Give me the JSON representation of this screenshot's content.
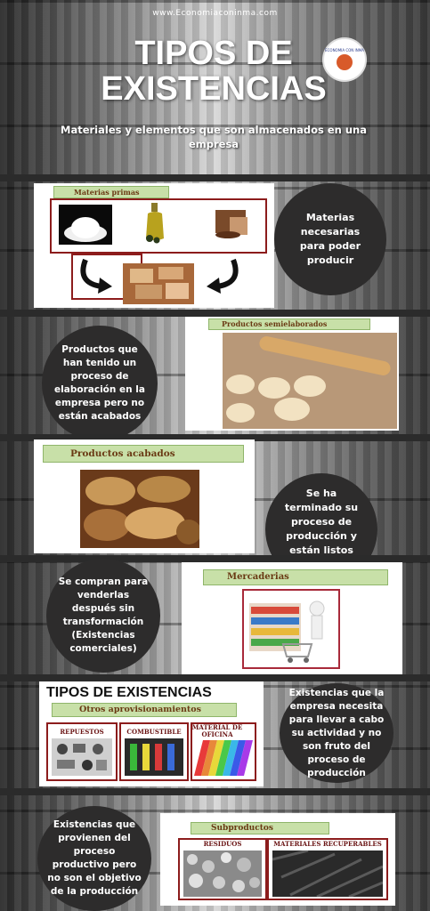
{
  "header": {
    "site": "www.Economiaconinma.com",
    "title": "TIPOS DE EXISTENCIAS",
    "subtitle": "Materiales y elementos que son almacenados en una empresa",
    "logo_text": "ECONOMIA CON INMA"
  },
  "sections": {
    "materias_primas": {
      "label": "Materias primas",
      "description": "Materias necesarias para poder producir"
    },
    "semielaborados": {
      "label": "Productos semielaborados",
      "description": "Productos que han tenido un proceso de elaboración en la empresa pero no están acabados"
    },
    "acabados": {
      "label": "Productos acabados",
      "description": "Se ha terminado su proceso de producción y están listos para la venta"
    },
    "mercaderias": {
      "label": "Mercaderias",
      "description": "Se compran para venderlas después sin transformación (Existencias comerciales)"
    },
    "otros": {
      "box_title": "TIPOS DE EXISTENCIAS",
      "label": "Otros aprovisionamientos",
      "items": [
        "REPUESTOS",
        "COMBUSTIBLE",
        "MATERIAL DE OFICINA"
      ],
      "description": "Existencias que la empresa necesita para llevar a cabo su actividad y no son fruto del proceso de producción"
    },
    "subproductos": {
      "label": "Subproductos",
      "items": [
        "RESIDUOS",
        "MATERIALES RECUPERABLES"
      ],
      "description": "Existencias que provienen del proceso productivo pero no son el objetivo de la producción"
    }
  }
}
